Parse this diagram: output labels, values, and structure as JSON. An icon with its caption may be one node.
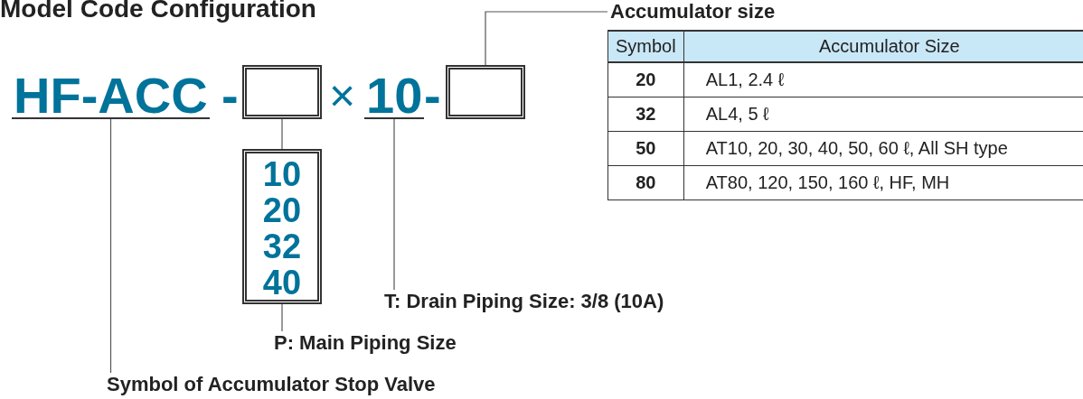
{
  "diagram": {
    "title": "Model Code Configuration",
    "nodes": [
      {
        "text": [
          "HF-ACC"
        ]
      },
      {
        "text": [],
        "shape": "box"
      },
      {
        "text": [
          "10"
        ]
      },
      {
        "text": [],
        "shape": "box"
      },
      {
        "text": [
          "10 20 32 40"
        ]
      },
      {
        "text": [
          "Accumulator size"
        ]
      },
      {
        "text": [
          "T: Drain Piping Size: 3/8 (10A)"
        ]
      },
      {
        "text": [
          "P: Main Piping Size"
        ]
      },
      {
        "text": [
          "Symbol of Accumulator Stop Valve"
        ]
      }
    ],
    "edges": [
      {
        "from": 0,
        "to": 8,
        "arrow": "none"
      },
      {
        "from": 1,
        "to": 4,
        "arrow": "none"
      },
      {
        "from": 4,
        "to": 7,
        "arrow": "none"
      },
      {
        "from": 2,
        "to": 6,
        "arrow": "none"
      },
      {
        "from": 3,
        "to": 5,
        "arrow": "none"
      }
    ],
    "labels": [
      "-",
      "×",
      "-",
      "Symbol",
      "Accumulator Size",
      "20",
      "AL1, 2.4 ℓ",
      "32",
      "AL4, 5 ℓ",
      "50",
      "AT10, 20, 30, 40, 50, 60 ℓ, All SH type",
      "80",
      "AT80, 120, 150, 160 ℓ, HF, MH"
    ]
  }
}
